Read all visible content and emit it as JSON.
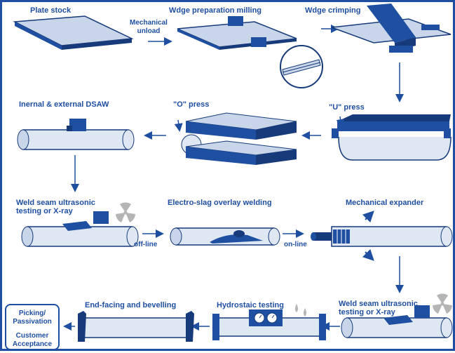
{
  "steps": {
    "plate_stock": "Plate stock",
    "mechanical_unload_line1": "Mechanical",
    "mechanical_unload_line2": "unload",
    "wedge_milling": "Wdge preparation milling",
    "wedge_crimping": "Wdge crimping",
    "u_press": "\"U\" press",
    "o_press": "\"O\" press",
    "internal_external_dsaw": "Inernal & external DSAW",
    "ut_xray_1_line1": "Weld seam ultrasonic",
    "ut_xray_1_line2": "testing or X-ray",
    "electro_slag": "Electro-slag overlay welding",
    "mechanical_expander": "Mechanical expander",
    "off_line": "off-line",
    "on_line": "on-line",
    "ut_xray_2_line1": "Weld seam ultrasonic",
    "ut_xray_2_line2": "testing or X-ray",
    "hydrostatic": "Hydrostaic testing",
    "end_facing": "End-facing and bevelling",
    "picking_line1": "Picking/",
    "picking_line2": "Passivation",
    "customer_line1": "Customer",
    "customer_line2": "Acceptance"
  },
  "colors": {
    "primary": "#1f4fa0",
    "primary_dark": "#163a7a",
    "plate_light": "#c9d6ea",
    "pipe_light": "#dfe7f3"
  }
}
